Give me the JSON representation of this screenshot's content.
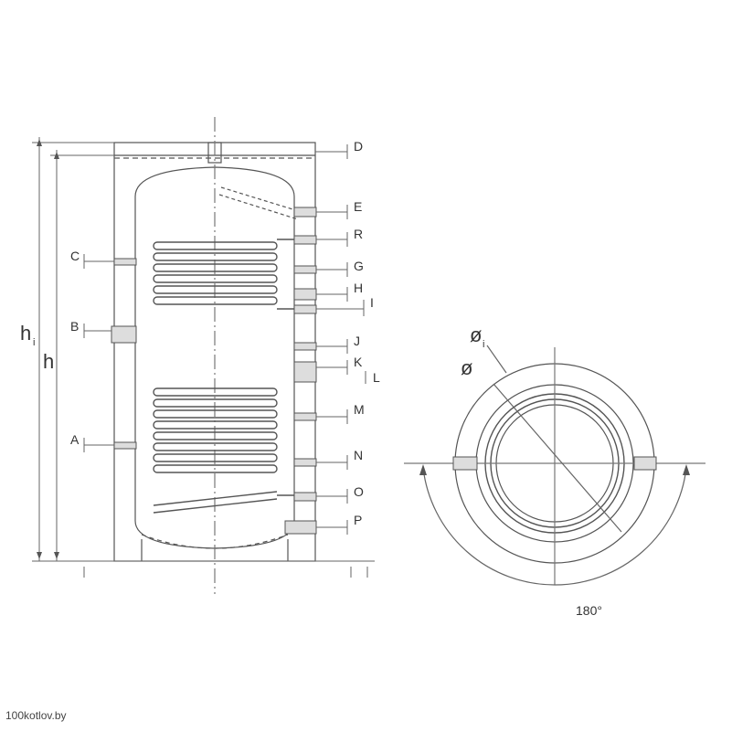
{
  "side_labels": {
    "D": "D",
    "E": "E",
    "R": "R",
    "G": "G",
    "H": "H",
    "I": "I",
    "J": "J",
    "K": "K",
    "L": "L",
    "M": "M",
    "N": "N",
    "O": "O",
    "P": "P"
  },
  "left_labels": {
    "C": "C",
    "B": "B",
    "A": "A"
  },
  "heights": {
    "h_total": "h",
    "h_total_sub": "i",
    "h": "h"
  },
  "diameters": {
    "outer": "ø",
    "outer_sub": "i",
    "inner": "ø"
  },
  "angle_label": "180°",
  "watermark": "100kotlov.by"
}
